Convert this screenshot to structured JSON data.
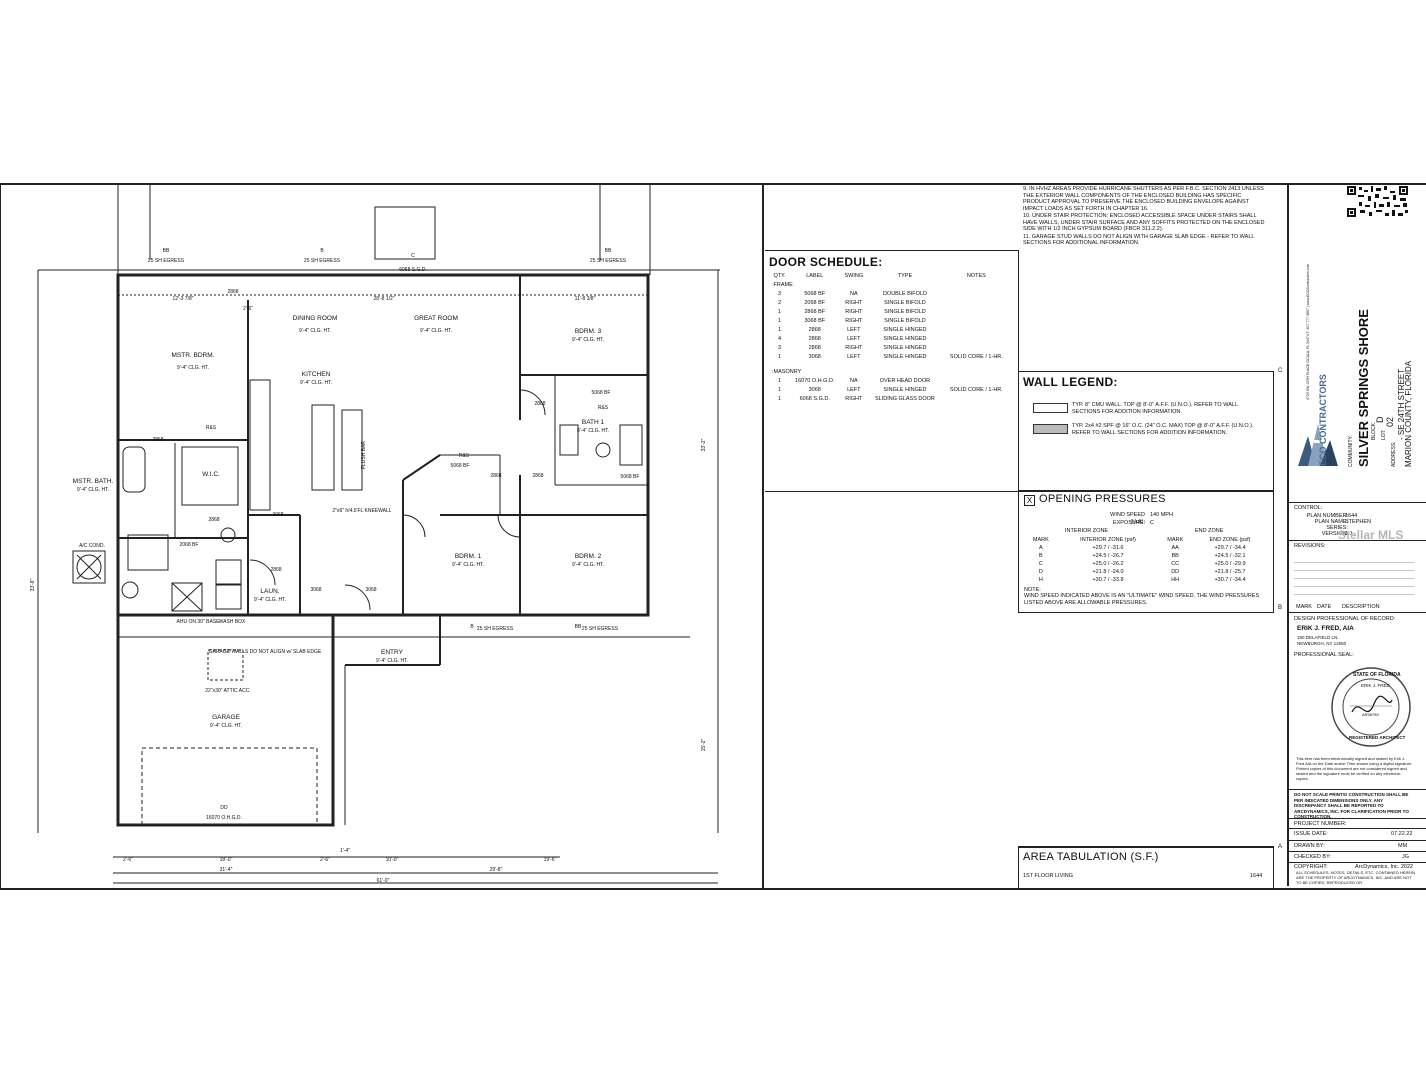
{
  "plan": {
    "egress": [
      "25 SH EGRESS",
      "25 SH EGRESS",
      "25 SH EGRESS",
      "25 SH EGRESS",
      "25 SH EGRESS"
    ],
    "window_tags": [
      "BB",
      "B",
      "C",
      "BB",
      "B",
      "BB",
      "DD"
    ],
    "sgd": "6068 S.G.D.",
    "rooms": [
      {
        "name": "DINING ROOM",
        "sub": "9'-4\" CLG. HT."
      },
      {
        "name": "GREAT ROOM",
        "sub": "9'-4\" CLG. HT."
      },
      {
        "name": "BDRM. 3",
        "sub": "9'-4\" CLG. HT."
      },
      {
        "name": "MSTR. BDRM.",
        "sub": "9'-4\" CLG. HT."
      },
      {
        "name": "KITCHEN",
        "sub": "9'-4\" CLG. HT."
      },
      {
        "name": "W.I.C.",
        "sub": ""
      },
      {
        "name": "MSTR. BATH.",
        "sub": "9'-4\" CLG. HT."
      },
      {
        "name": "BATH 1",
        "sub": "8'-4\" CLG. HT."
      },
      {
        "name": "BDRM. 1",
        "sub": "9'-4\" CLG. HT."
      },
      {
        "name": "BDRM. 2",
        "sub": "9'-4\" CLG. HT."
      },
      {
        "name": "LAUN.",
        "sub": "9'-4\" CLG. HT."
      },
      {
        "name": "ENTRY",
        "sub": "9'-4\" CLG. HT."
      },
      {
        "name": "GARAGE",
        "sub": "9'-4\" CLG. HT."
      }
    ],
    "labels": {
      "ac_cond": "A/C COND.",
      "garage_door": "16070 O.H.G.D.",
      "garage_walls": "GARAGE WALLS DO NOT ALIGN w/ SLAB EDGE",
      "attic": "22\"x30\" ATTIC ACC.",
      "ahu": "AHU ON 30\" BASE",
      "wash_box": "WASH BOX",
      "flush_bar": "FLUSH BAR",
      "kneewall": "2\"x6\" h/4.5'FL KNEEWALL",
      "door_2868": "2868",
      "door_3068": "3068",
      "door_5068": "5068 BF",
      "door_2068": "2068 BF",
      "rs": "R&S"
    },
    "dims_top": [
      "12'-3 7/8\"",
      "2'-6\"",
      "28'-8 1/2\"",
      "11'-8 3/8\""
    ],
    "dims_bottom": [
      "2'-6\"",
      "18'-0\"",
      "2'-6\"",
      "1'-4\"",
      "10'-0\"",
      "19'-6\"",
      "31'-4\"",
      "29'-8\"",
      "61'-0\""
    ],
    "dims_right": [
      "33'-2\"",
      "15'-2\""
    ],
    "dims_left": [
      "33'-8\""
    ]
  },
  "door_schedule": {
    "title": "DOOR SCHEDULE:",
    "headers": [
      "QTY.",
      "LABEL",
      "SWING",
      "TYPE",
      "NOTES"
    ],
    "frame_label": ":FRAME",
    "frame_rows": [
      [
        "3",
        "5068 BF",
        "NA",
        "DOUBLE BIFOLD",
        ""
      ],
      [
        "2",
        "2068 BF",
        "RIGHT",
        "SINGLE BIFOLD",
        ""
      ],
      [
        "1",
        "2868 BF",
        "RIGHT",
        "SINGLE BIFOLD",
        ""
      ],
      [
        "1",
        "3068 BF",
        "RIGHT",
        "SINGLE BIFOLD",
        ""
      ],
      [
        "1",
        "2868",
        "LEFT",
        "SINGLE HINGED",
        ""
      ],
      [
        "4",
        "2868",
        "LEFT",
        "SINGLE HINGED",
        ""
      ],
      [
        "3",
        "2868",
        "RIGHT",
        "SINGLE HINGED",
        ""
      ],
      [
        "1",
        "3068",
        "LEFT",
        "SINGLE HINGED",
        "SOLID CORE / 1-HR."
      ]
    ],
    "masonry_label": ":MASONRY",
    "masonry_rows": [
      [
        "1",
        "16070 O.H.G.D.",
        "NA",
        "OVER HEAD DOOR",
        ""
      ],
      [
        "1",
        "3068",
        "LEFT",
        "SINGLE HINGED",
        "SOLID CORE / 1-HR."
      ],
      [
        "1",
        "6068 S.G.D.",
        "RIGHT",
        "SLIDING GLASS DOOR",
        ""
      ]
    ]
  },
  "notes": {
    "lines": [
      "9.   IN HVHZ AREAS PROVIDE HURRICANE SHUTTERS AS PER F.B.C. SECTION 2413 UNLESS THE EXTERIOR WALL COMPONENTS OF THE ENCLOSED BUILDING HAS SPECIFIC PRODUCT APPROVAL TO PRESERVE THE ENCLOSED BUILDING ENVELOPE AGAINST IMPACT LOADS AS SET FORTH IN CHAPTER 16.",
      "10.  UNDER STAIR PROTECTION: ENCLOSED ACCESSIBLE SPACE UNDER STAIRS SHALL HAVE WALLS, UNDER STAIR SURFACE AND ANY SOFFITS PROTECTED ON THE ENCLOSED SIDE WITH 1/2 INCH GYPSUM BOARD (FBCR 311.2.2).",
      "11.  GARAGE STUD WALLS DO NOT ALIGN WITH GARAGE SLAB EDGE - REFER TO WALL SECTIONS FOR ADDITIONAL INFORMATION."
    ]
  },
  "wall_legend": {
    "title": "WALL LEGEND:",
    "items": [
      "TYP. 8\" CMU WALL. TOP @ 8'-0\" A.F.F. (U.N.O.). REFER TO WALL SECTIONS FOR ADDITION INFORMATION.",
      "TYP. 2x4 #2 SPF @ 16\" O.C. (24\" O.C. MAX) TOP @ 8'-0\" A.F.F. (U.N.O.). REFER TO WALL SECTIONS FOR ADDITION INFORMATION."
    ]
  },
  "opening_pressures": {
    "checkbox": "X",
    "title": "OPENING PRESSURES",
    "wind_speed_label": "WIND SPEED (Vult):",
    "wind_speed": "140 MPH",
    "exposure_label": "EXPOSURE:",
    "exposure": "C",
    "interior_zone": "INTERIOR ZONE",
    "end_zone": "END ZONE",
    "headers": [
      "MARK",
      "INTERIOR ZONE (psf)",
      "MARK",
      "END ZONE (psf)"
    ],
    "rows": [
      [
        "A",
        "+29.7 / -31.6",
        "AA",
        "+29.7 / -34.4"
      ],
      [
        "B",
        "+24.5 / -26.7",
        "BB",
        "+24.5 / -32.1"
      ],
      [
        "C",
        "+25.0 / -26.2",
        "CC",
        "+25.0 / -29.9"
      ],
      [
        "D",
        "+21.8 / -24.0",
        "DD",
        "+21.8 / -25.7"
      ],
      [
        "H",
        "+30.7 / -33.8",
        "HH",
        "+30.7 / -34.4"
      ]
    ],
    "note_label": "NOTE:",
    "note": "WIND SPEED INDICATED ABOVE IS AN \"ULTIMATE\" WIND SPEED. THE WIND PRESSURES LISTED ABOVE ARE ALLOWABLE PRESSURES."
  },
  "area_tabulation": {
    "title": "AREA TABULATION (S.F.)",
    "row_label": "1ST FLOOR LIVING",
    "row_value": "1644"
  },
  "grid_marks": [
    "C",
    "B",
    "A"
  ],
  "title_block": {
    "community_label": "COMMUNITY:",
    "community": "SILVER SPRINGS SHORE",
    "block_label": "BLOCK:",
    "block": "D",
    "lot_label": "LOT:",
    "lot": "02",
    "address_label": "ADDRESS:",
    "address": "- SE 24TH STREET",
    "county": "MARION COUNTY, FLORIDA",
    "logo_text": "ECO CONTRACTORS",
    "control_label": "CONTROL:",
    "plan_number_label": "PLAN NUMBER:",
    "plan_number": "1644",
    "plan_name_label": "PLAN NAME:",
    "plan_name": "STEPHEN",
    "series_label": "SERIES:",
    "version_label": "VERSION:",
    "version": "1.1",
    "revisions_label": "REVISIONS:",
    "rev_headers": [
      "MARK",
      "DATE",
      "DESCRIPTION"
    ],
    "dpr_label": "DESIGN PROFESSIONAL OF RECORD:",
    "architect": "ERIK J. FRED, AIA",
    "architect_addr1": "190 DELAFIELD LN.",
    "architect_addr2": "NEWBURGH, NY 12550",
    "seal_label": "PROFESSIONAL SEAL:",
    "seal_text_top": "STATE OF FLORIDA",
    "seal_text_bottom": "REGISTERED ARCHITECT",
    "seal_name": "ERIK J. FRED",
    "seal_number": "AR98789",
    "esign": "This item has been electronically signed and sealed by Erik J. Fred AIA on the Date and/or Time shown using a digital signature. Printed copies of this document are not considered signed and sealed and the signature must be verified on any electronic copies.",
    "do_not_scale": "DO NOT SCALE PRINTS! CONSTRUCTION SHALL BE PER INDICATED DIMENSIONS ONLY. ANY DISCREPANCY SHALL BE REPORTED TO ARCDYNAMICS, INC. FOR CLARIFICATION PRIOR TO CONSTRUCTION.",
    "project_number_label": "PROJECT NUMBER:",
    "issue_date_label": "ISSUE DATE:",
    "issue_date": "07.22.22",
    "drawn_by_label": "DRAWN BY:",
    "drawn_by": "MM",
    "checked_by_label": "CHECKED BY:",
    "checked_by": "JG",
    "copyright_label": "COPYRIGHT:",
    "copyright": "ArcDynamics, Inc. 2022",
    "copyright_note": "ALL SCHEDULES, NOTES, DETAILS, ETC. CONTAINED HEREIN ARE THE PROPERTY OF ARCDYNAMICS, INC. AND ARE NOT TO BE COPIED, REPRODUCED OR",
    "contractor_info": "4729 SW 15TH PLACE OCALA, FL 34474 T: 407.777.3857 | www.ECOContractors.com"
  },
  "watermark": "Stellar MLS"
}
